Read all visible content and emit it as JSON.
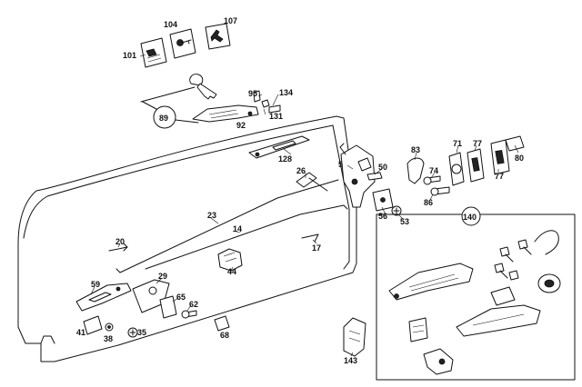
{
  "diagram": {
    "callouts": [
      {
        "id": "c101",
        "text": "101"
      },
      {
        "id": "c104",
        "text": "104"
      },
      {
        "id": "c107",
        "text": "107"
      },
      {
        "id": "c89",
        "text": "89"
      },
      {
        "id": "c95",
        "text": "95"
      },
      {
        "id": "c134",
        "text": "134"
      },
      {
        "id": "c131",
        "text": "131"
      },
      {
        "id": "c92",
        "text": "92"
      },
      {
        "id": "c128",
        "text": "128"
      },
      {
        "id": "c5",
        "text": "5"
      },
      {
        "id": "c50",
        "text": "50"
      },
      {
        "id": "c26",
        "text": "26"
      },
      {
        "id": "c83",
        "text": "83"
      },
      {
        "id": "c71",
        "text": "71"
      },
      {
        "id": "c77a",
        "text": "77"
      },
      {
        "id": "c80",
        "text": "80"
      },
      {
        "id": "c77b",
        "text": "77"
      },
      {
        "id": "c74",
        "text": "74"
      },
      {
        "id": "c86",
        "text": "86"
      },
      {
        "id": "c56",
        "text": "56"
      },
      {
        "id": "c53",
        "text": "53"
      },
      {
        "id": "c140",
        "text": "140"
      },
      {
        "id": "c23",
        "text": "23"
      },
      {
        "id": "c14",
        "text": "14"
      },
      {
        "id": "c20",
        "text": "20"
      },
      {
        "id": "c17",
        "text": "17"
      },
      {
        "id": "c44",
        "text": "44"
      },
      {
        "id": "c59",
        "text": "59"
      },
      {
        "id": "c29",
        "text": "29"
      },
      {
        "id": "c65",
        "text": "65"
      },
      {
        "id": "c62",
        "text": "62"
      },
      {
        "id": "c41",
        "text": "41"
      },
      {
        "id": "c38",
        "text": "38"
      },
      {
        "id": "c35",
        "text": "35"
      },
      {
        "id": "c68",
        "text": "68"
      },
      {
        "id": "c143",
        "text": "143"
      }
    ]
  }
}
